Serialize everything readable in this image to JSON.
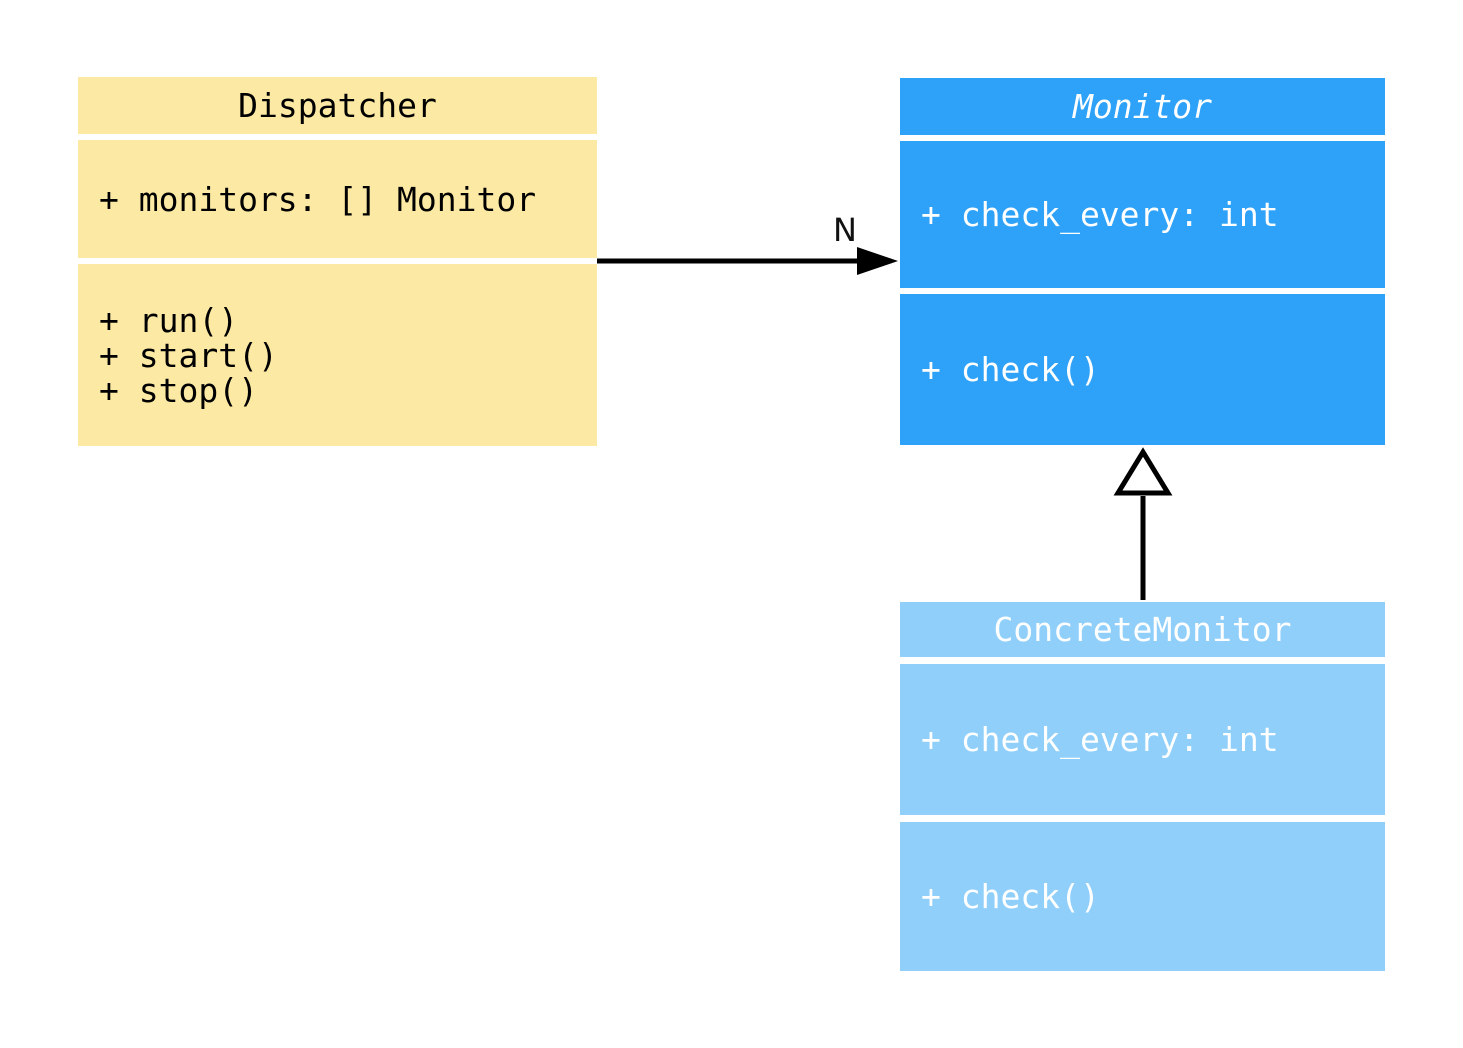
{
  "diagram": {
    "kind": "uml-class-diagram",
    "background_color": "#ffffff",
    "classes": [
      {
        "name": "Dispatcher",
        "abstract": false,
        "fill_color": "#FCE9A4",
        "text_color": "#000000",
        "attributes": [
          "+ monitors: [] Monitor"
        ],
        "methods": [
          "+ run()",
          "+ start()",
          "+ stop()"
        ]
      },
      {
        "name": "Monitor",
        "abstract": true,
        "fill_color": "#2EA1F8",
        "text_color": "#ffffff",
        "attributes": [
          "+ check_every: int"
        ],
        "methods": [
          "+ check()"
        ]
      },
      {
        "name": "ConcreteMonitor",
        "abstract": false,
        "fill_color": "#90CFFA",
        "text_color": "#ffffff",
        "attributes": [
          "+ check_every: int"
        ],
        "methods": [
          "+ check()"
        ]
      }
    ],
    "relationships": [
      {
        "type": "association",
        "from": "Dispatcher",
        "to": "Monitor",
        "label": "N",
        "line_color": "#000000",
        "arrowhead": "filled"
      },
      {
        "type": "inheritance",
        "from": "ConcreteMonitor",
        "to": "Monitor",
        "label": "",
        "line_color": "#000000",
        "arrowhead": "hollow-triangle"
      }
    ]
  }
}
